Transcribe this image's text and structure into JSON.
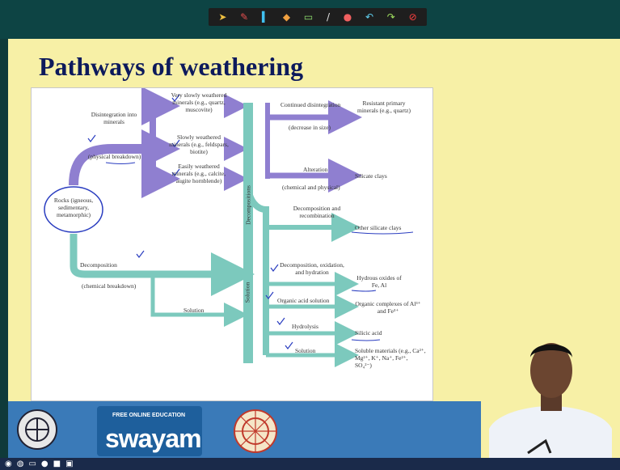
{
  "slide": {
    "title": "Pathways of weathering"
  },
  "toolbar": {
    "icons": [
      "pointer-icon",
      "pen-icon",
      "highlighter-icon",
      "eraser-icon",
      "shapes-icon",
      "text-icon",
      "color-icon",
      "undo-icon",
      "redo-icon",
      "close-icon"
    ]
  },
  "footer": {
    "swayam_tagline": "FREE ONLINE EDUCATION",
    "swayam_word": "swayam"
  },
  "diagram": {
    "disintegration": "Disintegration into minerals",
    "physical": "(physical breakdown)",
    "rocks": "Rocks (igneous, sedimentary, metamorphic)",
    "very_slowly": "Very slowly weathered minerals (e.g., quartz, muscovite)",
    "slowly": "Slowly weathered minerals (e.g., feldspars, biotite)",
    "easily": "Easily weathered minerals (e.g., calcite, augite hornblende)",
    "decompositions": "Decompositions",
    "solution_vert": "Solution",
    "continued": "Continued disintegration",
    "decrease": "(decrease in size)",
    "resistant": "Resistant primary minerals (e.g., quartz)",
    "alteration": "Alteration",
    "chem_phys": "(chemical and physical)",
    "silicate_clays": "Silicate clays",
    "decomp_recomb": "Decomposition and recombination",
    "other_silicate": "Other silicate clays",
    "decomposition": "Decomposition",
    "chem_breakdown": "(chemical breakdown)",
    "decomp_ox": "Decomposition, oxidation, and hydration",
    "hydrous": "Hydrous oxides of Fe, Al",
    "organic_acid": "Organic acid solution",
    "organic_complexes": "Organic complexes of Al³⁺ and Fe³⁺",
    "hydrolysis": "Hydrolysis",
    "silicic": "Silicic acid",
    "solution_left": "Solution",
    "solution_right": "Solution",
    "soluble": "Soluble materials (e.g., Ca²⁺, Mg²⁺, K⁺, Na⁺, Fe²⁺, SO₄²⁻)"
  },
  "colors": {
    "purple": "#8f7fd0",
    "teal": "#7cc9bd",
    "title": "#0d1a5c",
    "slide_bg": "#f7f0a6"
  }
}
